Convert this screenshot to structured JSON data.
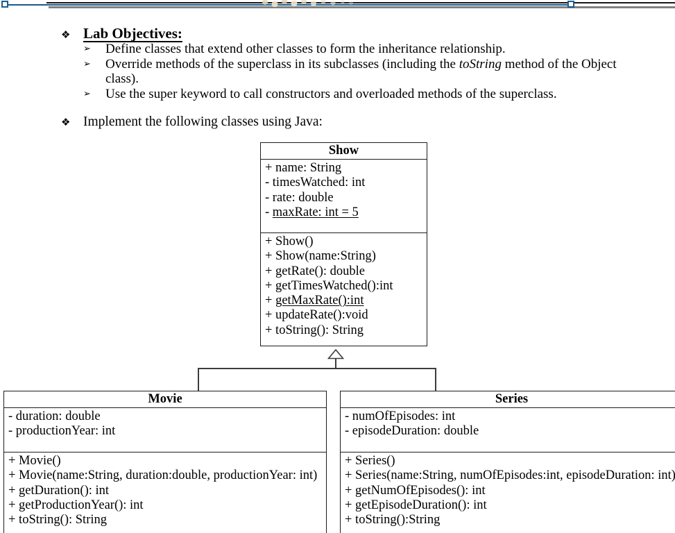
{
  "colors": {
    "selection_blue": "#1a5a8c",
    "border_gray": "#808080",
    "line_black": "#161616"
  },
  "document": {
    "section1": {
      "bullet": "❖",
      "title": "Lab Objectives:",
      "items": [
        {
          "marker": "➢",
          "text": "Define classes that extend other classes to form the inheritance relationship."
        },
        {
          "marker": "➢",
          "line1_pre": "Override methods of the superclass in its subclasses (including the ",
          "line1_italic": "toString",
          "line1_post": " method of the Object",
          "line2": "class)."
        },
        {
          "marker": "➢",
          "text": "Use the super keyword to call constructors and overloaded methods of the superclass."
        }
      ]
    },
    "section2": {
      "bullet": "❖",
      "title": "Implement the following classes using Java:"
    }
  },
  "uml": {
    "show": {
      "title": "Show",
      "attributes": [
        "+ name: String",
        "- timesWatched: int",
        "- rate: double"
      ],
      "static_attribute": {
        "prefix": "- ",
        "text": "maxRate: int = 5"
      },
      "methods_a": [
        "+ Show()",
        "+ Show(name:String)",
        "+ getRate(): double",
        "+ getTimesWatched():int"
      ],
      "static_method": {
        "prefix": "+ ",
        "text": "getMaxRate():int"
      },
      "methods_b": [
        "+ updateRate():void",
        "+ toString(): String"
      ]
    },
    "movie": {
      "title": "Movie",
      "attributes": [
        "- duration: double",
        "- productionYear: int"
      ],
      "methods": [
        "+ Movie()",
        "+ Movie(name:String, duration:double, productionYear: int)",
        "+ getDuration(): int",
        "+ getProductionYear(): int",
        "+ toString(): String"
      ]
    },
    "series": {
      "title": "Series",
      "attributes": [
        "- numOfEpisodes: int",
        "- episodeDuration: double"
      ],
      "methods": [
        "+ Series()",
        "+ Series(name:String, numOfEpisodes:int, episodeDuration: int)",
        "+ getNumOfEpisodes(): int",
        "+ getEpisodeDuration(): int",
        "+ toString():String"
      ]
    }
  }
}
